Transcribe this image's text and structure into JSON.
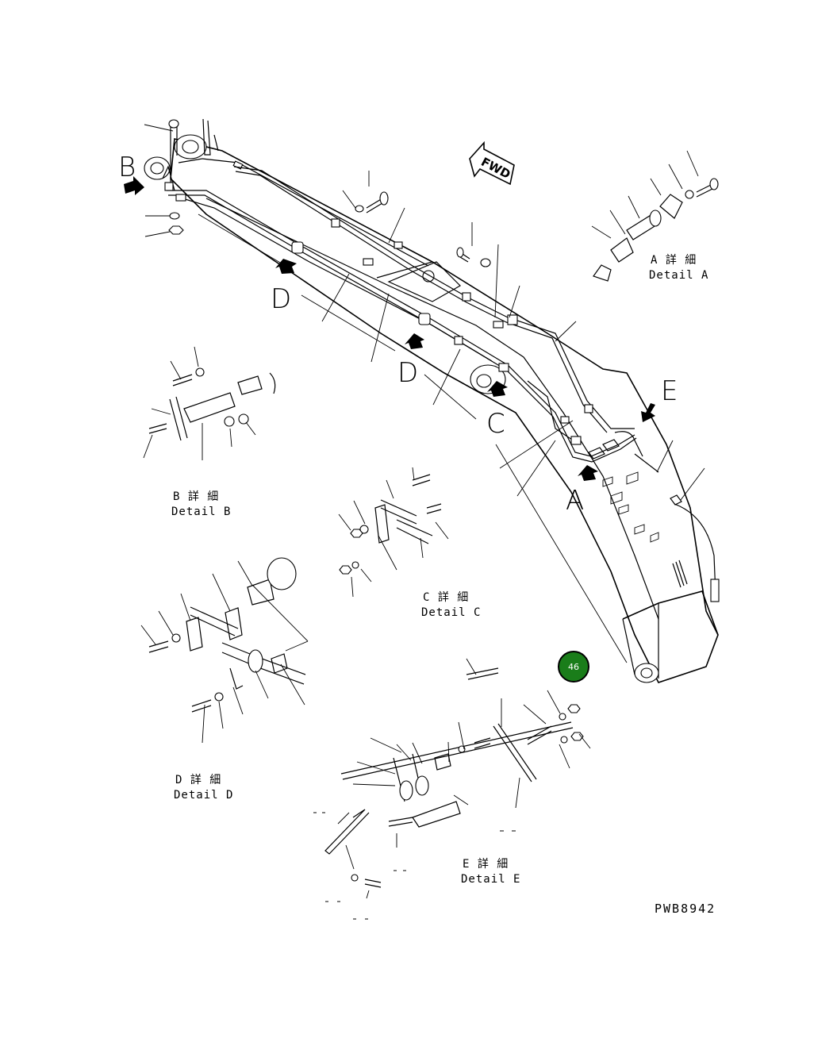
{
  "drawing": {
    "code": "PWB8942",
    "fwd_label": "FWD",
    "view_letters": {
      "b": "B",
      "d1": "D",
      "d2": "D",
      "c": "C",
      "a": "A",
      "e": "E"
    },
    "details": {
      "a": {
        "jp": "A 詳 細",
        "en": "Detail A"
      },
      "b": {
        "jp": "B 詳 細",
        "en": "Detail B"
      },
      "c": {
        "jp": "C 詳 細",
        "en": "Detail C"
      },
      "d": {
        "jp": "D 詳 細",
        "en": "Detail D"
      },
      "e": {
        "jp": "E 詳 細",
        "en": "Detail E"
      }
    },
    "callout": {
      "label": "46",
      "color": "#1a7d1a"
    }
  }
}
